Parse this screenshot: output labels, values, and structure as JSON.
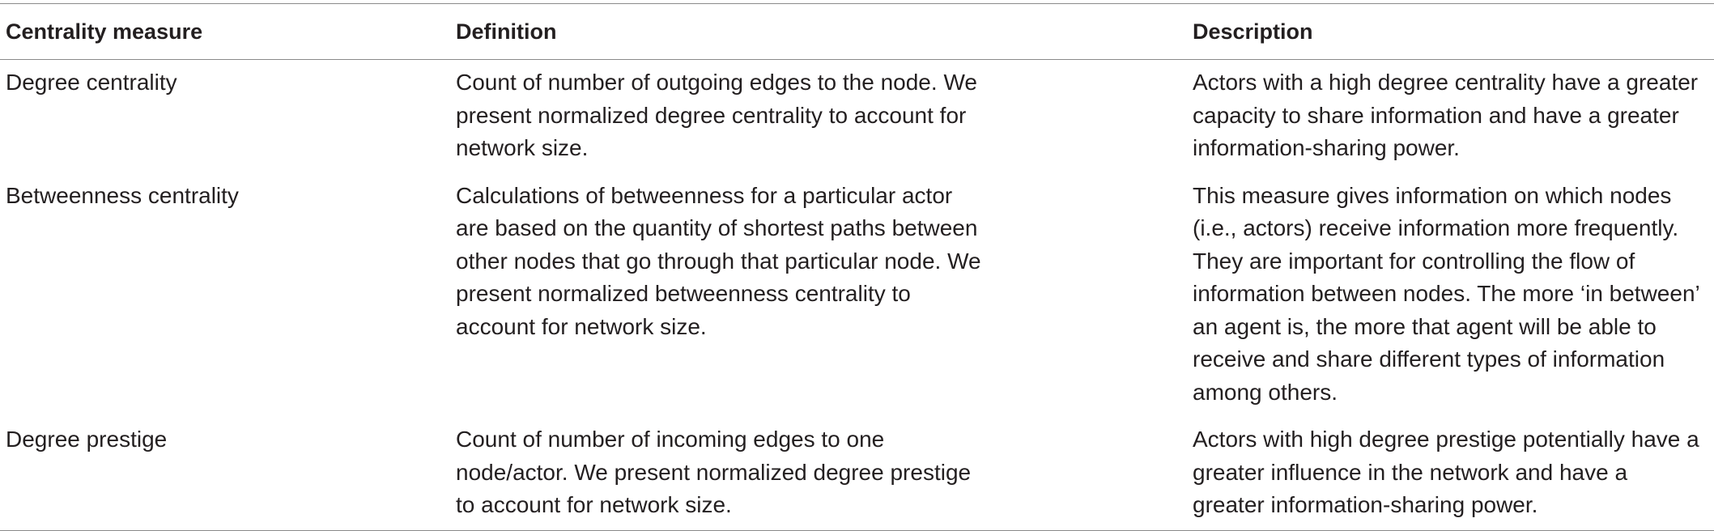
{
  "table": {
    "headers": {
      "measure": "Centrality measure",
      "definition": "Definition",
      "description": "Description"
    },
    "rows": [
      {
        "measure": "Degree centrality",
        "definition": "Count of number of outgoing edges to the node. We present normalized degree centrality to account for network size.",
        "description": "Actors with a high degree centrality have a greater capacity to share information and have a greater information-sharing power."
      },
      {
        "measure": "Betweenness centrality",
        "definition": "Calculations of betweenness for a particular actor are based on the quantity of shortest paths between other nodes that go through that particular node. We present normalized betweenness centrality to account for network size.",
        "description": "This measure gives information on which nodes (i.e., actors) receive information more frequently. They are important for controlling the flow of information between nodes. The more ‘in between’ an agent is, the more that agent will be able to receive and share different types of information among others."
      },
      {
        "measure": "Degree prestige",
        "definition": "Count of number of incoming edges to one node/actor. We present normalized degree prestige to account for network size.",
        "description": "Actors with high degree prestige potentially have a greater influence in the network and have a greater information-sharing power."
      }
    ]
  }
}
